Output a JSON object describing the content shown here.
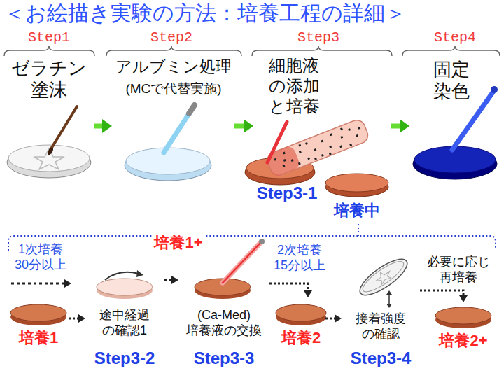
{
  "diagram": {
    "title": "＜お絵描き実験の方法：培養工程の詳細＞",
    "nodes": [
      {
        "text": [
          "Step1",
          "ゼラチン 塗沫"
        ]
      },
      {
        "text": [
          "Step2",
          "アルブミン処理",
          "(MCで代替実施)"
        ]
      },
      {
        "text": [
          "Step3",
          "細胞液 の添加 と培養",
          "Step3-1",
          "培養中"
        ]
      },
      {
        "text": [
          "Step4",
          "固定 染色"
        ]
      },
      {
        "text": [
          "培養1"
        ]
      },
      {
        "text": [
          "途中経過 の確認1",
          "Step3-2"
        ]
      },
      {
        "text": [
          "(Ca-Med) 培養液の交換",
          "Step3-3"
        ]
      },
      {
        "text": [
          "培養2"
        ]
      },
      {
        "text": [
          "接着強度 の確認",
          "Step3-4"
        ]
      },
      {
        "text": [
          "培養2+"
        ]
      }
    ],
    "edges": [
      {
        "from": 0,
        "to": 1,
        "arrow": "to"
      },
      {
        "from": 1,
        "to": 2,
        "arrow": "to"
      },
      {
        "from": 2,
        "to": 3,
        "arrow": "to"
      },
      {
        "from": 4,
        "to": 5,
        "arrow": "to"
      },
      {
        "from": 5,
        "to": 6,
        "arrow": "to"
      },
      {
        "from": 6,
        "to": 7,
        "arrow": "to",
        "label": "2次培養 15分以上"
      },
      {
        "from": 7,
        "to": 8,
        "arrow": "to"
      },
      {
        "from": 8,
        "to": 9,
        "arrow": "to",
        "label": "必要に応じ 再培養"
      }
    ],
    "labels": [
      "1次培養 30分以上",
      "培養1+"
    ]
  }
}
